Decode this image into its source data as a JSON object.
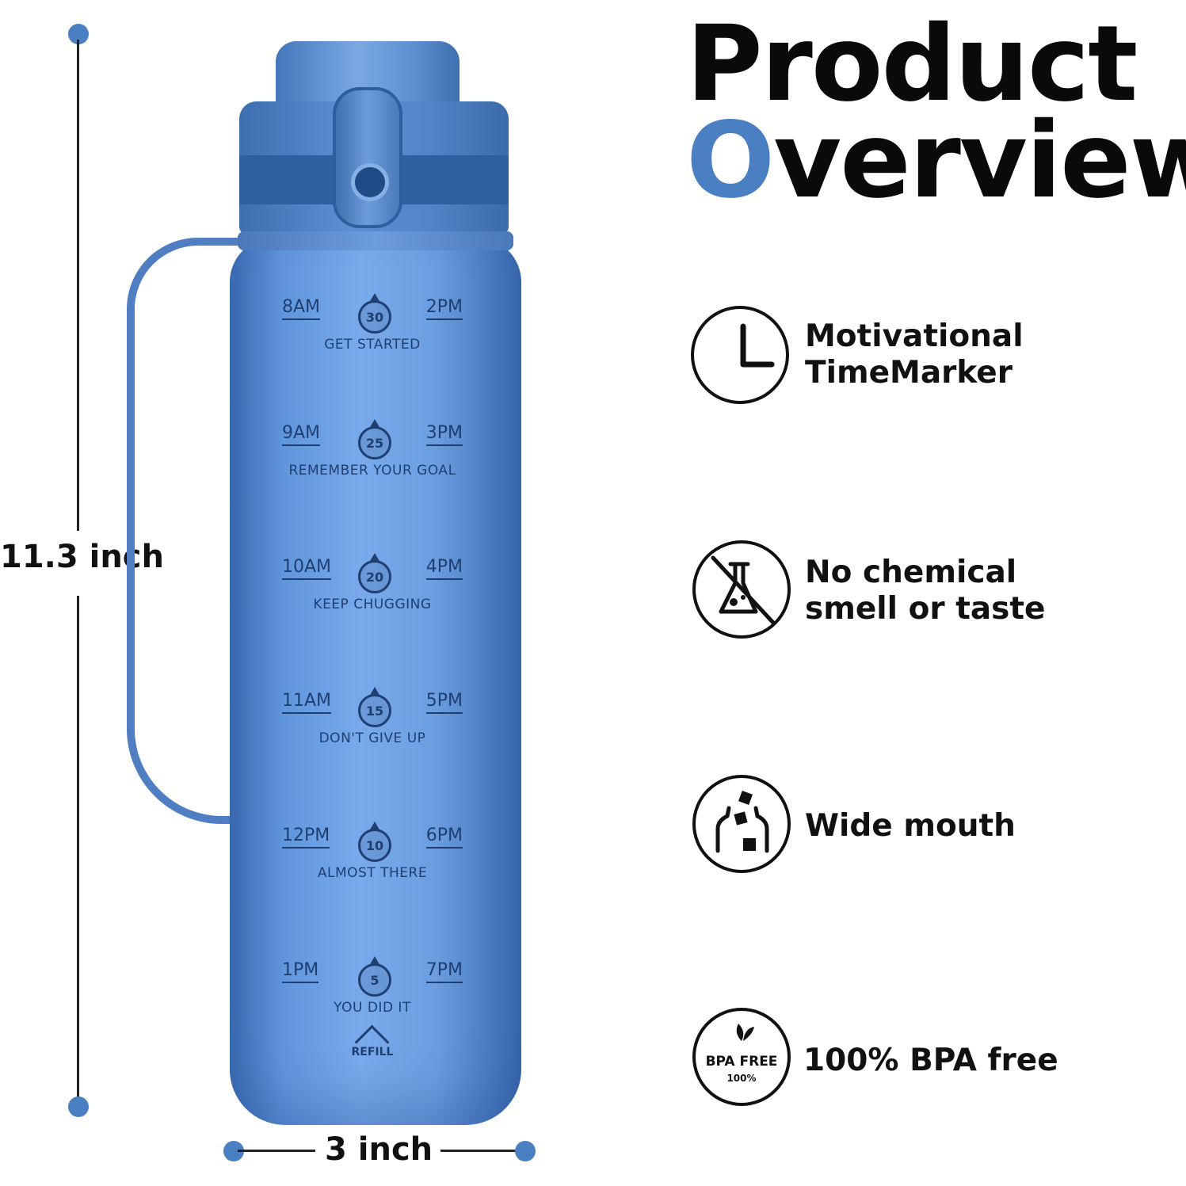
{
  "dimensions": {
    "height_label": "11.3 inch",
    "width_label": "3 inch"
  },
  "colors": {
    "accent": "#4a7fc1",
    "bottle": "#5f95db",
    "text": "#111111"
  },
  "title": {
    "line1": "Product",
    "line2_first": "O",
    "line2_rest": "verview"
  },
  "bottle_markers": [
    {
      "left": "8AM",
      "right": "2PM",
      "oz": "30",
      "message": "GET STARTED"
    },
    {
      "left": "9AM",
      "right": "3PM",
      "oz": "25",
      "message": "REMEMBER YOUR GOAL"
    },
    {
      "left": "10AM",
      "right": "4PM",
      "oz": "20",
      "message": "KEEP CHUGGING"
    },
    {
      "left": "11AM",
      "right": "5PM",
      "oz": "15",
      "message": "DON'T GIVE UP"
    },
    {
      "left": "12PM",
      "right": "6PM",
      "oz": "10",
      "message": "ALMOST THERE"
    },
    {
      "left": "1PM",
      "right": "7PM",
      "oz": "5",
      "message": "YOU DID IT"
    }
  ],
  "refill_label": "REFILL",
  "features": [
    {
      "icon": "clock-icon",
      "line1": "Motivational",
      "line2": "TimeMarker"
    },
    {
      "icon": "no-chemical-icon",
      "line1": "No chemical",
      "line2": "smell or taste"
    },
    {
      "icon": "wide-mouth-icon",
      "line1": "Wide mouth",
      "line2": ""
    },
    {
      "icon": "bpa-free-icon",
      "line1": "100% BPA free",
      "line2": ""
    }
  ],
  "bpa_badge": {
    "main": "BPA FREE",
    "sub": "100%"
  }
}
